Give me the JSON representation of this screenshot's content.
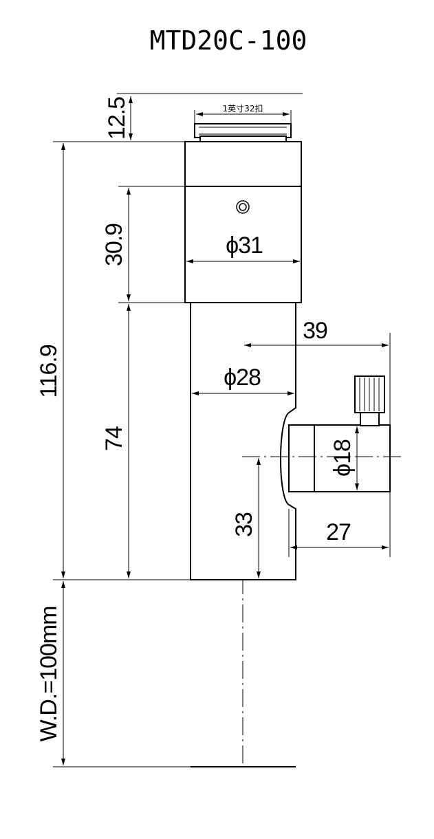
{
  "title": "MTD20C-100",
  "thread_label": "1英寸32扣",
  "dimensions": {
    "thread_height": "12.5",
    "top_tube_length": "30.9",
    "total_length": "116.9",
    "lower_tube_length": "74",
    "lower_section_length": "33",
    "top_diameter": "ϕ31",
    "lower_diameter": "ϕ28",
    "side_port_offset": "39",
    "side_port_length": "27",
    "side_port_diameter": "ϕ18",
    "working_distance": "W.D.=100mm"
  }
}
